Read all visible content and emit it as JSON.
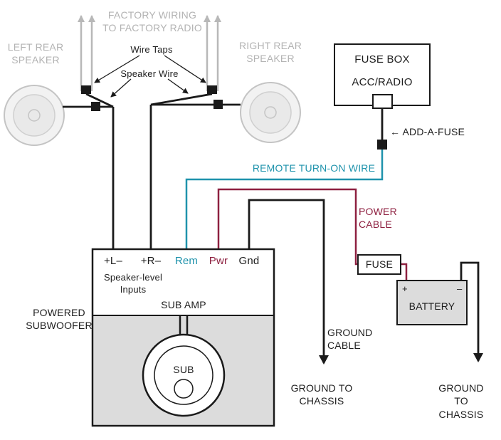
{
  "colors": {
    "teal": "#1f93ac",
    "dark_red": "#8e2040",
    "gray_wire": "#b8b8b8",
    "gray_text": "#b3b3b3",
    "wire_black": "#1a1a1a",
    "panel_gray": "#dcdcdc"
  },
  "labels": {
    "factory_wiring": "FACTORY WIRING\nTO FACTORY RADIO",
    "left_speaker": "LEFT REAR\nSPEAKER",
    "right_speaker": "RIGHT REAR\nSPEAKER",
    "wire_taps": "Wire Taps",
    "speaker_wire": "Speaker Wire",
    "fuse_box": "FUSE BOX",
    "acc_radio": "ACC/RADIO",
    "add_a_fuse": "← ADD-A-FUSE",
    "remote_turn_on": "REMOTE TURN-ON WIRE",
    "power_cable": "POWER\nCABLE",
    "fuse": "FUSE",
    "battery": "BATTERY",
    "battery_plus": "+",
    "battery_minus": "–",
    "ground_cable": "GROUND\nCABLE",
    "ground_chassis_left": "GROUND TO\nCHASSIS",
    "ground_chassis_right": "GROUND TO\nCHASSIS",
    "powered_subwoofer": "POWERED\nSUBWOOFER",
    "speaker_level_inputs": "Speaker-level\nInputs",
    "sub_amp": "SUB AMP",
    "sub": "SUB"
  },
  "amp_terminals": [
    {
      "label": "+L–",
      "color": "black"
    },
    {
      "label": "+R–",
      "color": "black"
    },
    {
      "label": "Rem",
      "color": "teal"
    },
    {
      "label": "Pwr",
      "color": "dark_red"
    },
    {
      "label": "Gnd",
      "color": "black"
    }
  ]
}
